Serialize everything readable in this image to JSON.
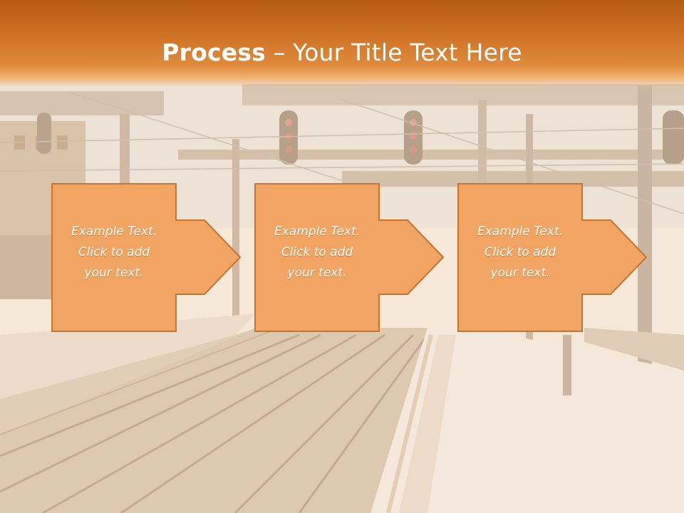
{
  "title": {
    "bold": "Process",
    "separator": " – ",
    "rest": "Your Title Text Here"
  },
  "steps": [
    {
      "text": "Example Text.\nClick  to add\nyour text."
    },
    {
      "text": "Example Text.\nClick  to add\nyour text."
    },
    {
      "text": "Example Text.\nClick  to add\nyour text."
    }
  ],
  "colors": {
    "banner": "#c96b1f",
    "box_fill": "#f2a462",
    "box_stroke": "#c8742d",
    "text": "#ffffff"
  }
}
